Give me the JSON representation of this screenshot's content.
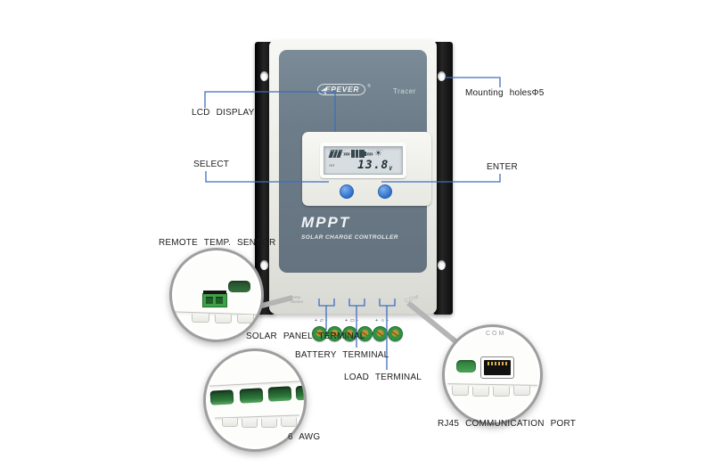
{
  "device": {
    "brand": "EPEVER",
    "trademark": "®",
    "model": "Tracer",
    "series_title": "MPPT",
    "series_subtitle": "SOLAR CHARGE CONTROLLER",
    "lcd": {
      "voltage": "13.8",
      "unit": "V",
      "aux": "AH",
      "flow1": "»»",
      "flow2": "»»",
      "sun_icon": "☀"
    },
    "buttons": [
      {
        "label": "SELECT"
      },
      {
        "label": "ENTER"
      }
    ],
    "temp_sensor": {
      "line1": "Temp",
      "line2": "Sensor"
    },
    "com_label": "COM",
    "terminals": {
      "plus": "+",
      "minus": "-",
      "solar_icon": "▱",
      "battery_icon": "▭",
      "load_icon": "☼"
    }
  },
  "callouts": {
    "lcd_display": {
      "label": "LCD DISPLAY"
    },
    "select": {
      "label": "SELECT"
    },
    "enter": {
      "label": "ENTER"
    },
    "mounting_holes": {
      "label": "Mounting holesΦ5"
    },
    "remote_temp_sensor": {
      "label": "REMOTE TEMP. SENSOR"
    },
    "solar_terminal": {
      "label": "SOLAR PANEL TERMINAL"
    },
    "battery_terminal": {
      "label": "BATTERY TERMINAL"
    },
    "load_terminal": {
      "label": "LOAD TERMINAL"
    },
    "wire_gauge": {
      "label": "6 AWG"
    },
    "rj45": {
      "label": "RJ45 COMMUNICATION PORT"
    },
    "com_zoom": {
      "label": "COM"
    }
  },
  "colors": {
    "panel_gray": "#6c7c88",
    "leader_blue": "#3e6fbe",
    "button_blue": "#2f6fc9",
    "terminal_green": "#2f9343",
    "bracket_black": "#161616",
    "wedge_gray": "#b5b5b5"
  }
}
